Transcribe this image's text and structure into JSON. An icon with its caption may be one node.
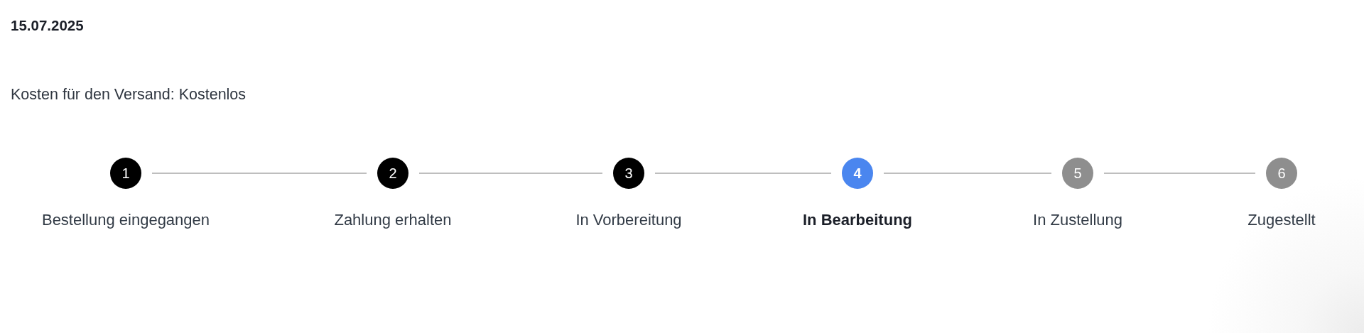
{
  "diagram": {
    "nodes": [
      {
        "text": [
          "1"
        ],
        "beside": [
          "Bestellung eingegangen"
        ]
      },
      {
        "text": [
          "2"
        ],
        "beside": [
          "Zahlung erhalten"
        ]
      },
      {
        "text": [
          "3"
        ],
        "beside": [
          "In Vorbereitung"
        ]
      },
      {
        "text": [
          "4"
        ],
        "beside": [
          "In Bearbeitung"
        ]
      },
      {
        "text": [
          "5"
        ],
        "beside": [
          "In Zustellung"
        ]
      },
      {
        "text": [
          "6"
        ],
        "beside": [
          "Zugestellt"
        ]
      }
    ],
    "edges": [
      {
        "from": 0,
        "to": 1,
        "arrow": "none"
      },
      {
        "from": 1,
        "to": 2,
        "arrow": "none"
      },
      {
        "from": 2,
        "to": 3,
        "arrow": "none"
      },
      {
        "from": 3,
        "to": 4,
        "arrow": "none"
      },
      {
        "from": 4,
        "to": 5,
        "arrow": "none"
      }
    ],
    "labels": [
      "15.07.2025",
      "Kosten für den Versand: Kostenlos"
    ]
  }
}
